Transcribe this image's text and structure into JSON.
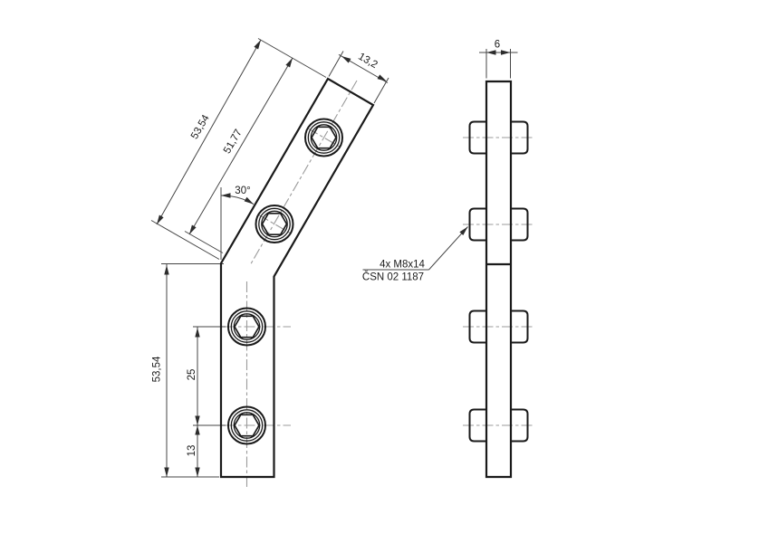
{
  "drawing": {
    "type": "technical-drawing",
    "views": {
      "front_view_name": "bent-plate-front-view",
      "side_view_name": "bent-plate-side-view"
    },
    "dimensions": {
      "angled_outer_length": "53,54",
      "angled_inner_length": "51,77",
      "angled_end_width": "13,2",
      "bend_angle": "30°",
      "vertical_length": "53,54",
      "hole_spacing": "25",
      "hole_edge_distance": "13",
      "plate_thickness": "6"
    },
    "callout": {
      "quantity_size": "4x M8x14",
      "standard": "ČSN 02 1187"
    },
    "colors": {
      "background": "#ffffff",
      "outline": "#1a1a1a",
      "dimension_lines": "#454545",
      "centerlines": "#9b9b9b"
    }
  }
}
